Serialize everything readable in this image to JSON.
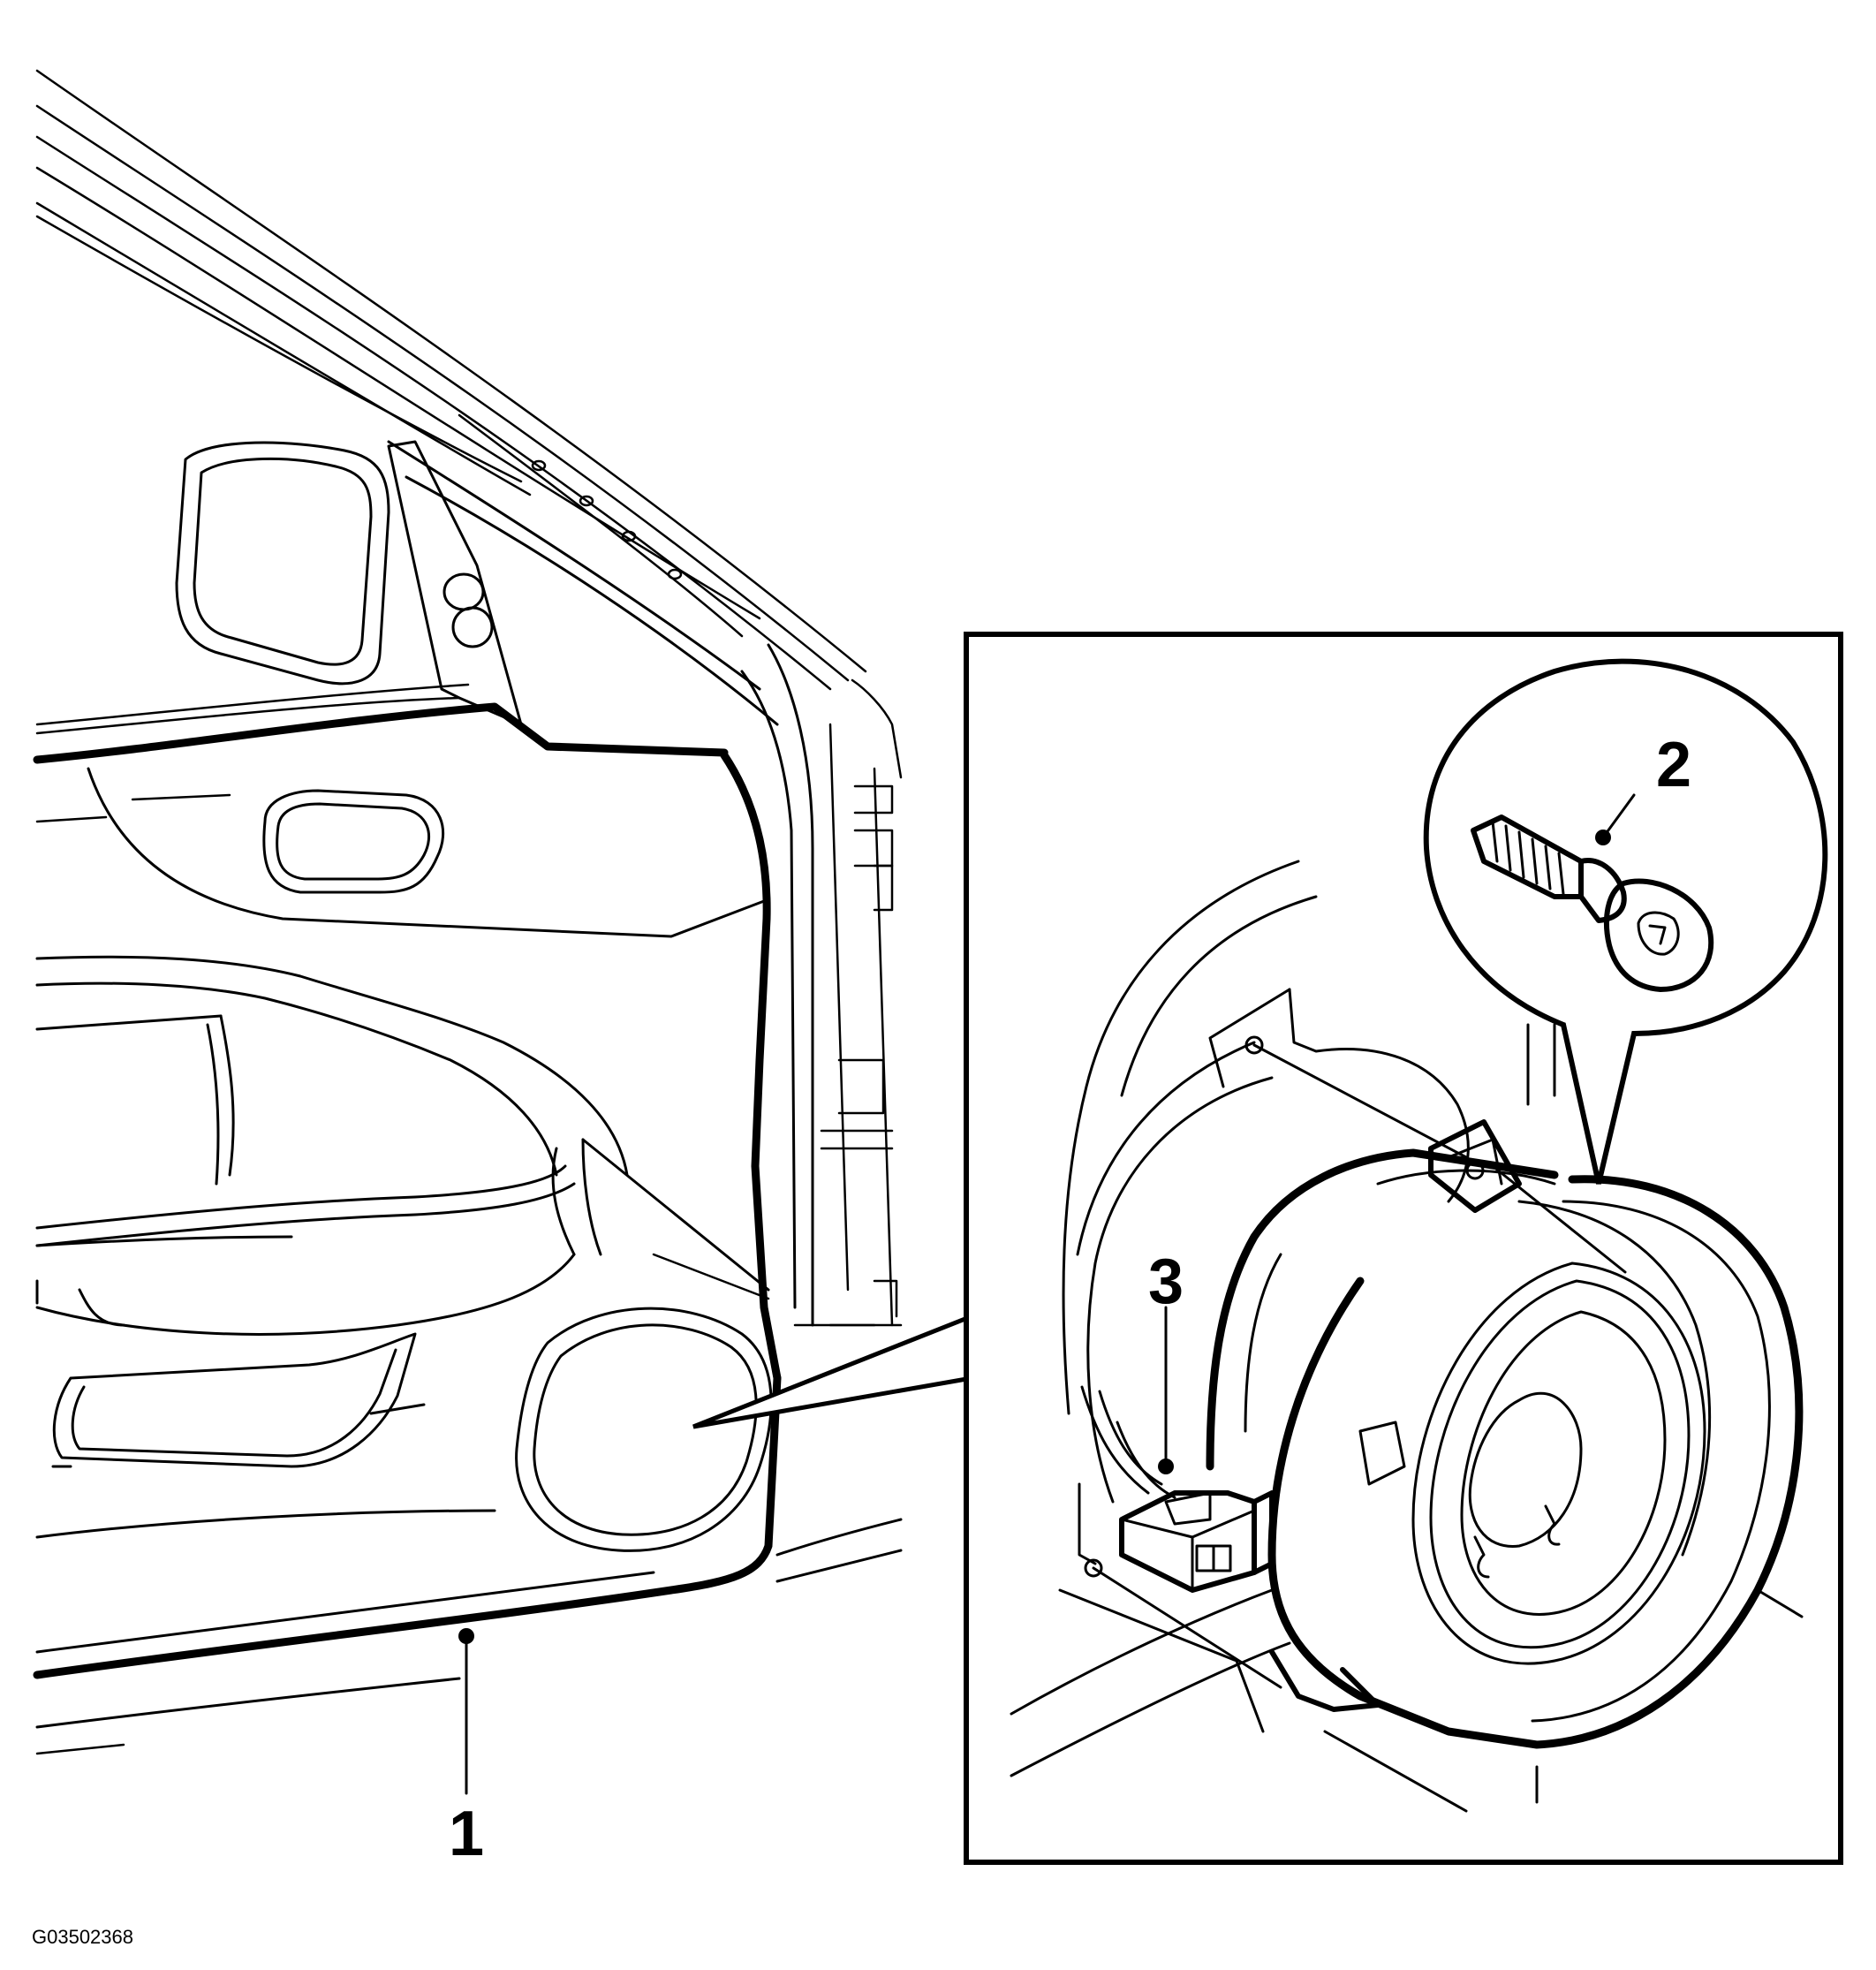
{
  "callouts": [
    {
      "id": "1",
      "label": "1"
    },
    {
      "id": "2",
      "label": "2"
    },
    {
      "id": "3",
      "label": "3"
    }
  ],
  "figure_id": "G03502368"
}
